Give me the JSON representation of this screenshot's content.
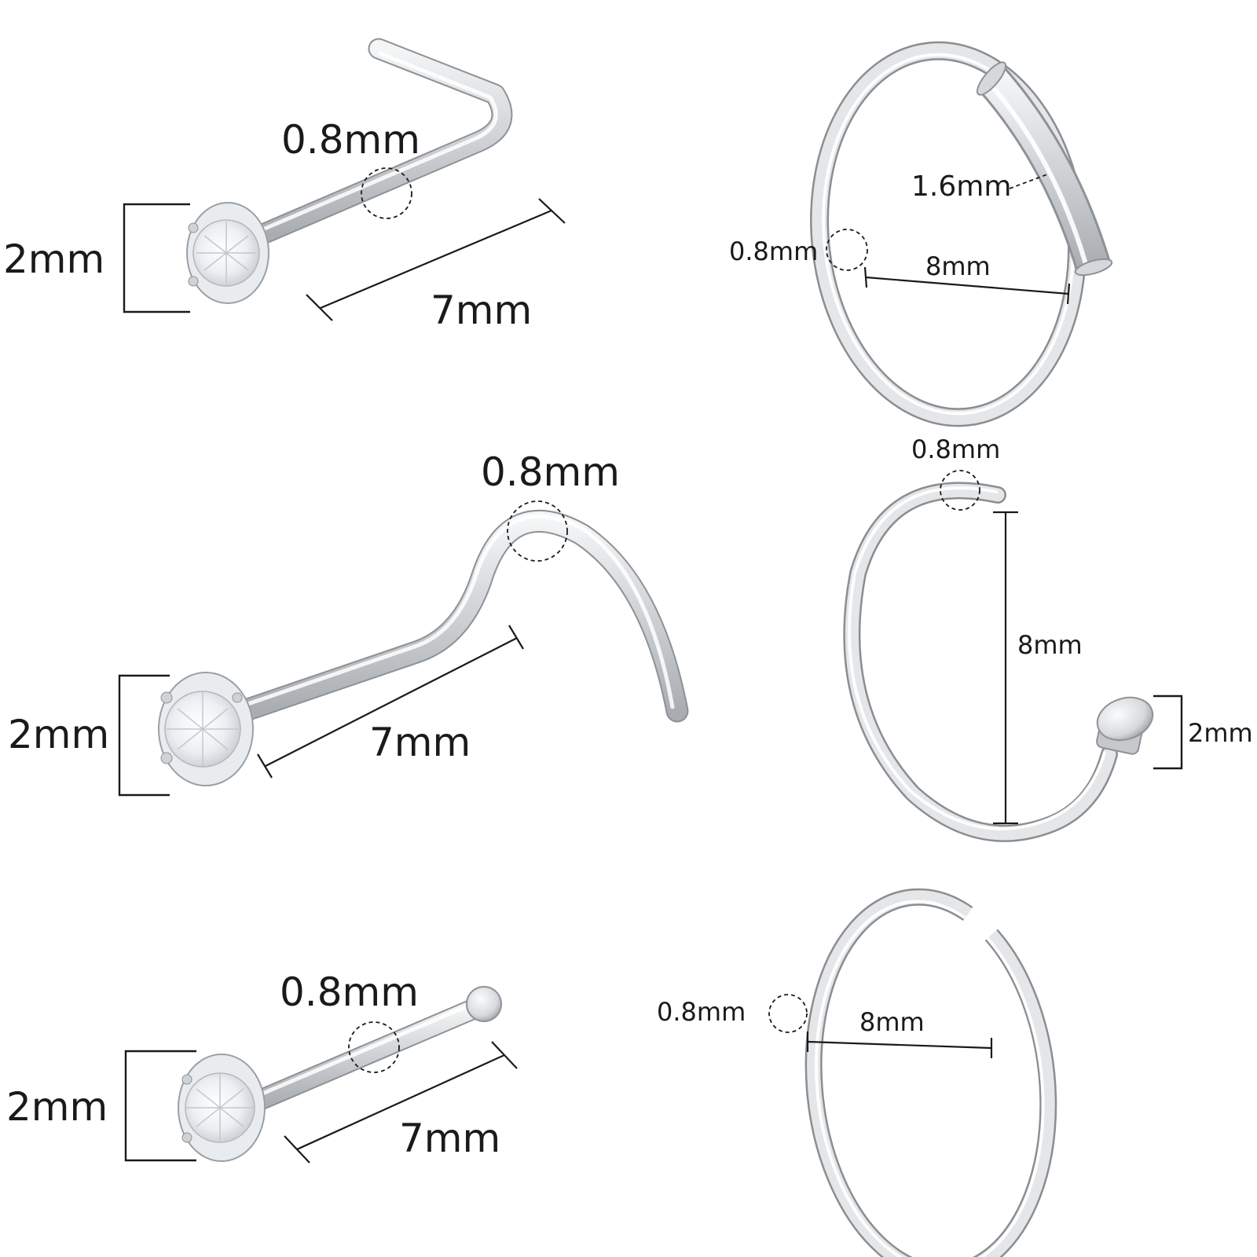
{
  "colors": {
    "background": "#ffffff",
    "metal": "#c9ccd0",
    "metal_edge": "#8e9296",
    "label": "#1a1a1a"
  },
  "items": {
    "l_shape_stud": {
      "wire_gauge": "0.8mm",
      "gem_size": "2mm",
      "length": "7mm"
    },
    "hoop_with_tube": {
      "wire_gauge": "0.8mm",
      "tube_width": "1.6mm",
      "diameter": "8mm"
    },
    "screw_stud": {
      "wire_gauge": "0.8mm",
      "gem_size": "2mm",
      "length": "7mm"
    },
    "hoop_with_ball_end": {
      "wire_gauge": "0.8mm",
      "diameter": "8mm",
      "end_size": "2mm"
    },
    "straight_stud": {
      "wire_gauge": "0.8mm",
      "gem_size": "2mm",
      "length": "7mm"
    },
    "open_hoop": {
      "wire_gauge": "0.8mm",
      "diameter": "8mm"
    }
  }
}
